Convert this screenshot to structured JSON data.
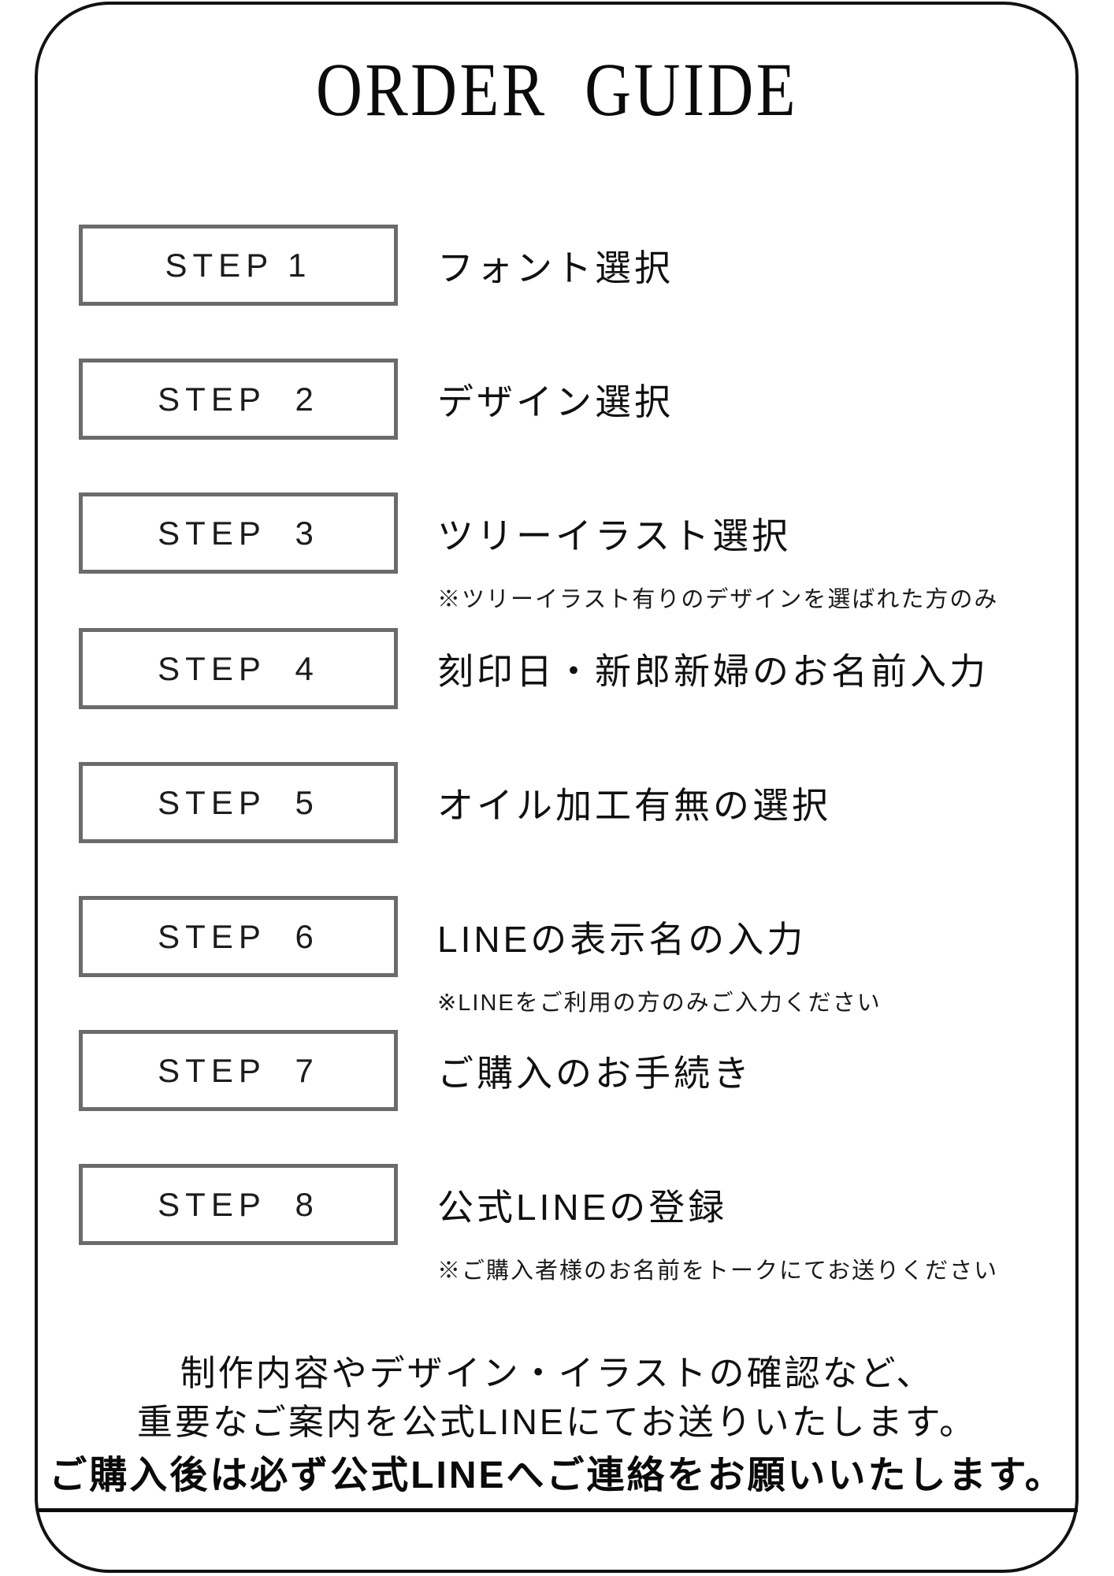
{
  "page": {
    "title": "ORDER GUIDE"
  },
  "steps": [
    {
      "label": "STEP 1",
      "desc": "フォント選択"
    },
    {
      "label": "STEP  2",
      "desc": "デザイン選択"
    },
    {
      "label": "STEP  3",
      "desc": "ツリーイラスト選択",
      "note": "※ツリーイラスト有りのデザインを選ばれた方のみ"
    },
    {
      "label": "STEP  4",
      "desc": "刻印日・新郎新婦のお名前入力"
    },
    {
      "label": "STEP  5",
      "desc": "オイル加工有無の選択"
    },
    {
      "label": "STEP  6",
      "desc": "LINEの表示名の入力",
      "note": "※LINEをご利用の方のみご入力ください"
    },
    {
      "label": "STEP  7",
      "desc": "ご購入のお手続き"
    },
    {
      "label": "STEP  8",
      "desc": "公式LINEの登録",
      "note": "※ご購入者様のお名前をトークにてお送りください"
    }
  ],
  "footer": {
    "line1": "制作内容やデザイン・イラストの確認など、",
    "line2": "重要なご案内を公式LINEにてお送りいたします。",
    "line3": "ご購入後は必ず公式LINEへご連絡をお願いいたします。"
  },
  "colors": {
    "outer_border": "#121212",
    "step_box_border": "#6b6b6b",
    "text": "#101010"
  }
}
